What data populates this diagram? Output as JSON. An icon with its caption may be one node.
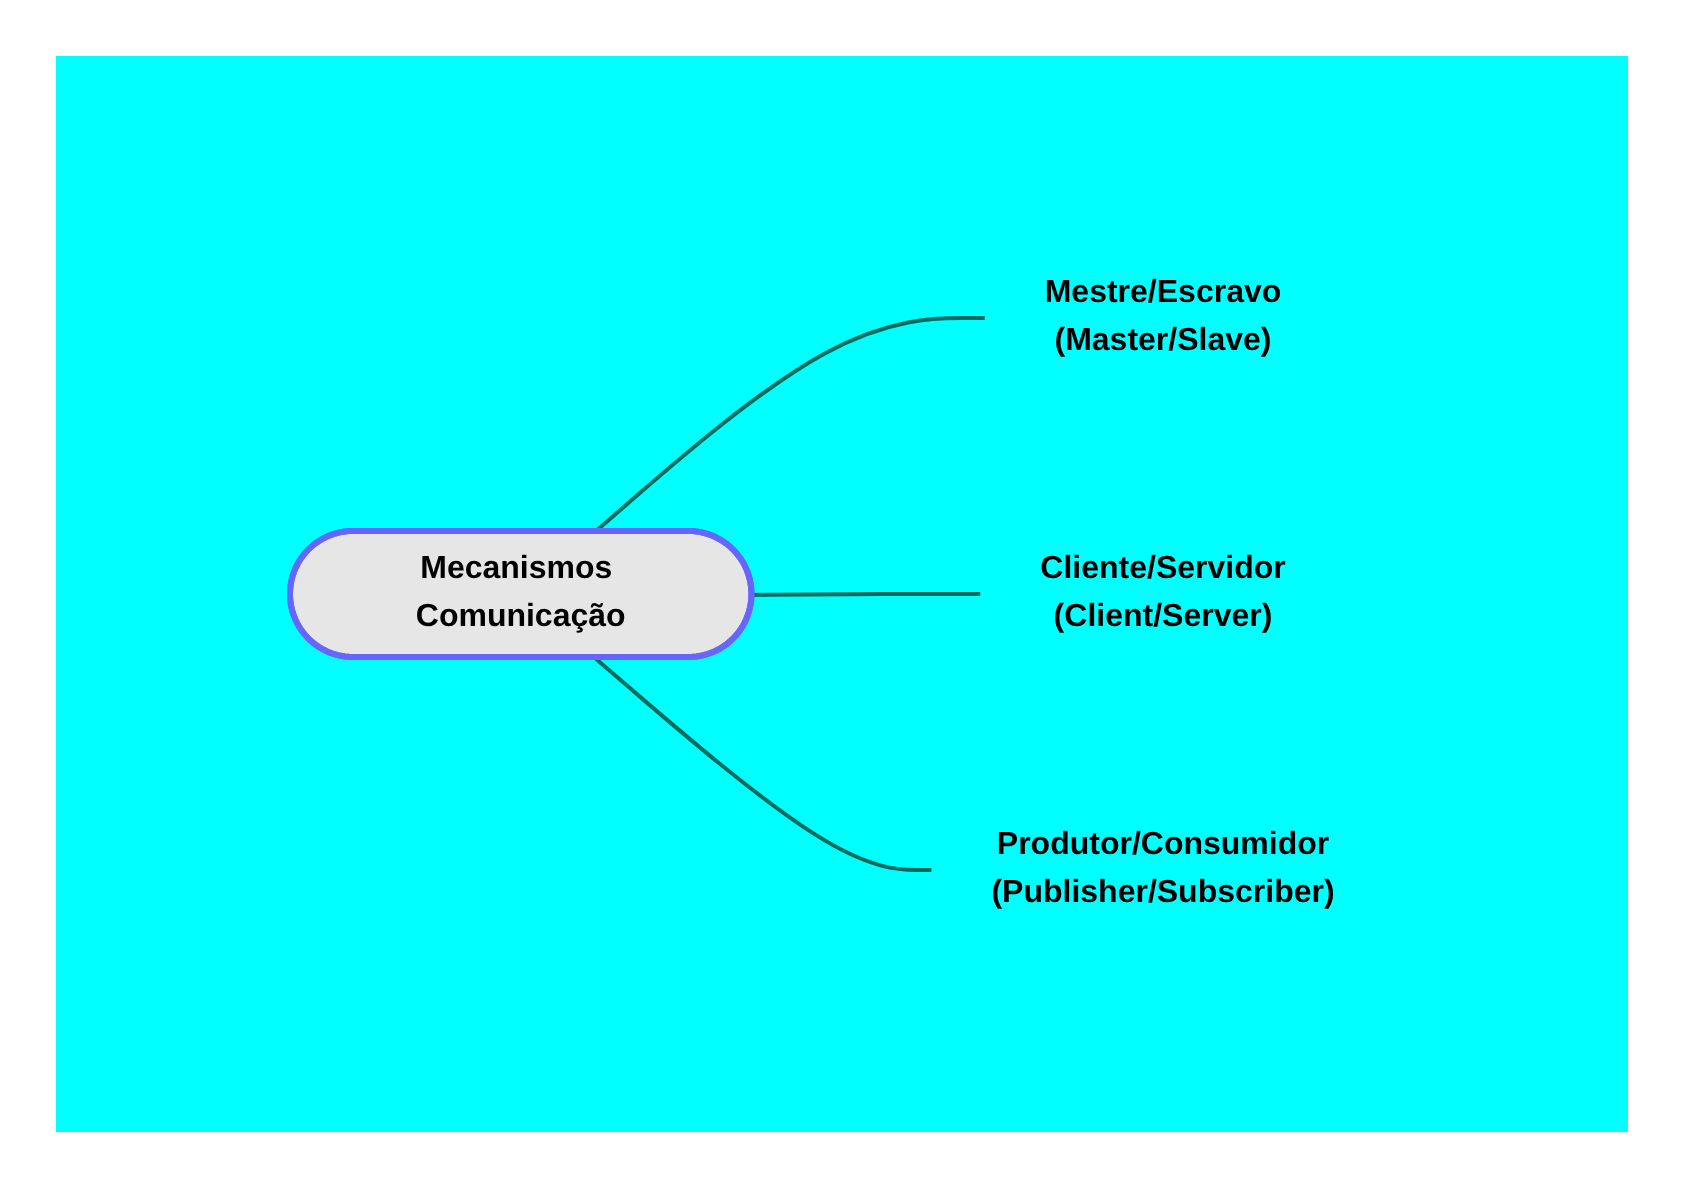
{
  "diagram": {
    "nodes": [
      {
        "text": [
          "Mecanismos Comunicação"
        ]
      },
      {
        "text": [
          "Mestre/Escravo",
          "(Master/Slave)"
        ]
      },
      {
        "text": [
          "Cliente/Servidor",
          "(Client/Server)"
        ]
      },
      {
        "text": [
          "Produtor/Consumidor",
          "(Publisher/Subscriber)"
        ]
      }
    ],
    "edges": [
      {
        "from": 0,
        "to": 1,
        "arrow": "none"
      },
      {
        "from": 0,
        "to": 2,
        "arrow": "none"
      },
      {
        "from": 0,
        "to": 3,
        "arrow": "none"
      }
    ]
  }
}
